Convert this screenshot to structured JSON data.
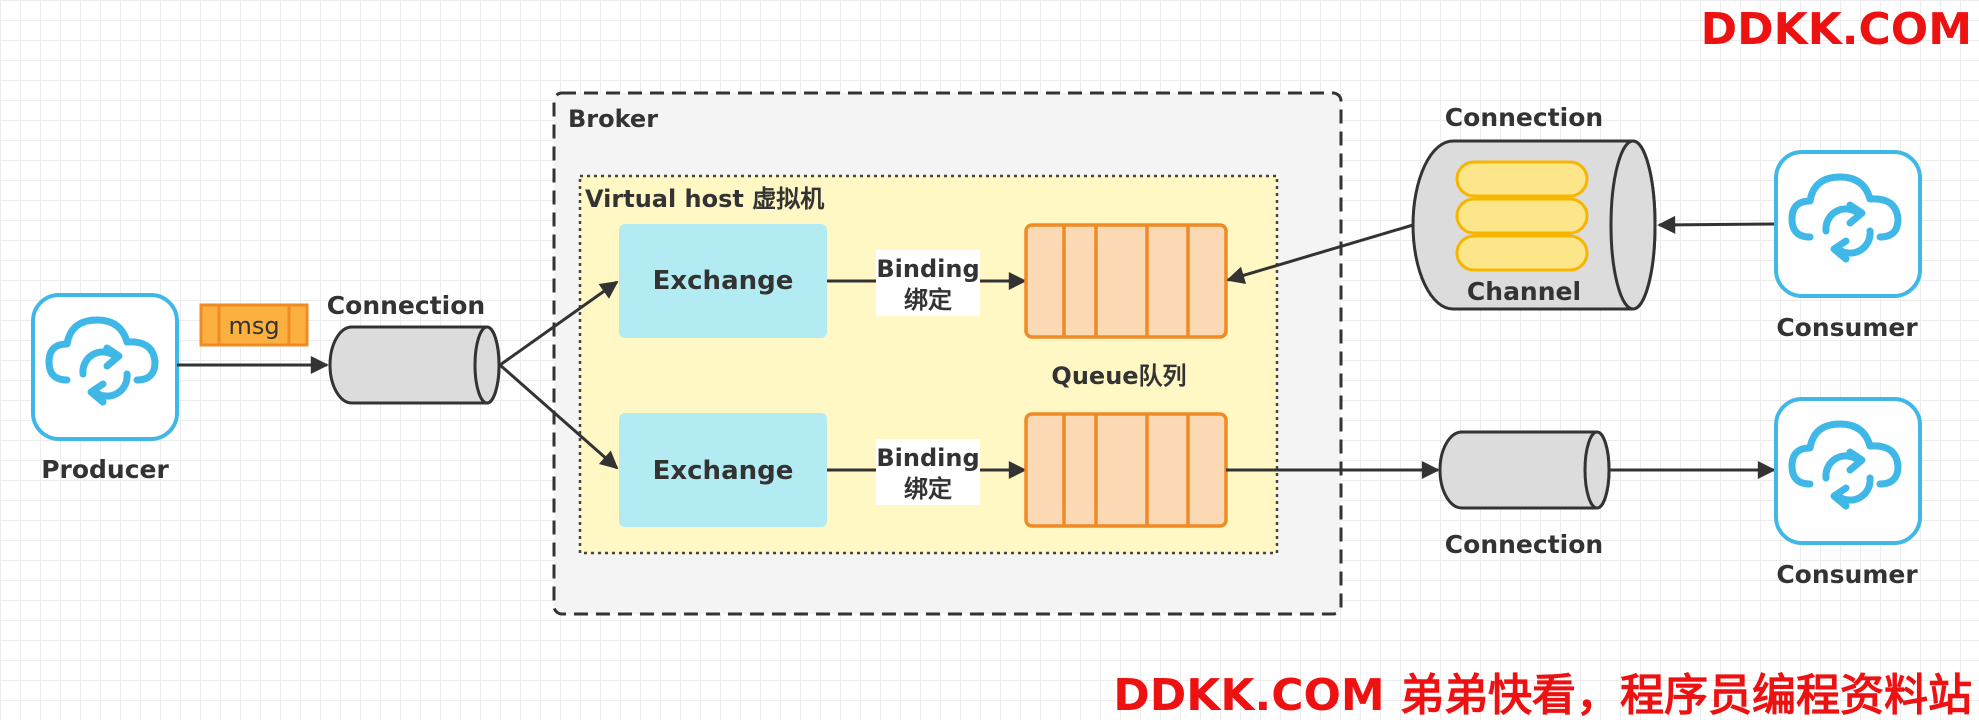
{
  "watermark_top": "DDKK.COM",
  "watermark_bottom": "DDKK.COM 弟弟快看，程序员编程资料站",
  "colors": {
    "accent_blue": "#3fb8e8",
    "exchange_fill": "#b3ebf2",
    "queue_stroke": "#f08a24",
    "queue_fill": "#fbd9b5",
    "channel_fill": "#fde68a",
    "channel_stroke": "#f7b500",
    "vhost_fill": "#fff8c4",
    "broker_fill": "#f4f4f4",
    "arrow": "#333333",
    "watermark": "#ee1111"
  },
  "producer": {
    "label": "Producer",
    "icon": "cloud-sync-icon"
  },
  "message": {
    "label": "msg"
  },
  "producer_connection": {
    "label": "Connection"
  },
  "broker": {
    "label": "Broker",
    "vhost": {
      "label": "Virtual host 虚拟机",
      "exchanges": [
        "Exchange",
        "Exchange"
      ],
      "bindings": [
        {
          "line1": "Binding",
          "line2": "绑定"
        },
        {
          "line1": "Binding",
          "line2": "绑定"
        }
      ],
      "queue_label": "Queue队列"
    }
  },
  "consumer_top": {
    "connection_label": "Connection",
    "channel_label": "Channel",
    "consumer_label": "Consumer",
    "icon": "cloud-sync-icon"
  },
  "consumer_bottom": {
    "connection_label": "Connection",
    "consumer_label": "Consumer",
    "icon": "cloud-sync-icon"
  }
}
